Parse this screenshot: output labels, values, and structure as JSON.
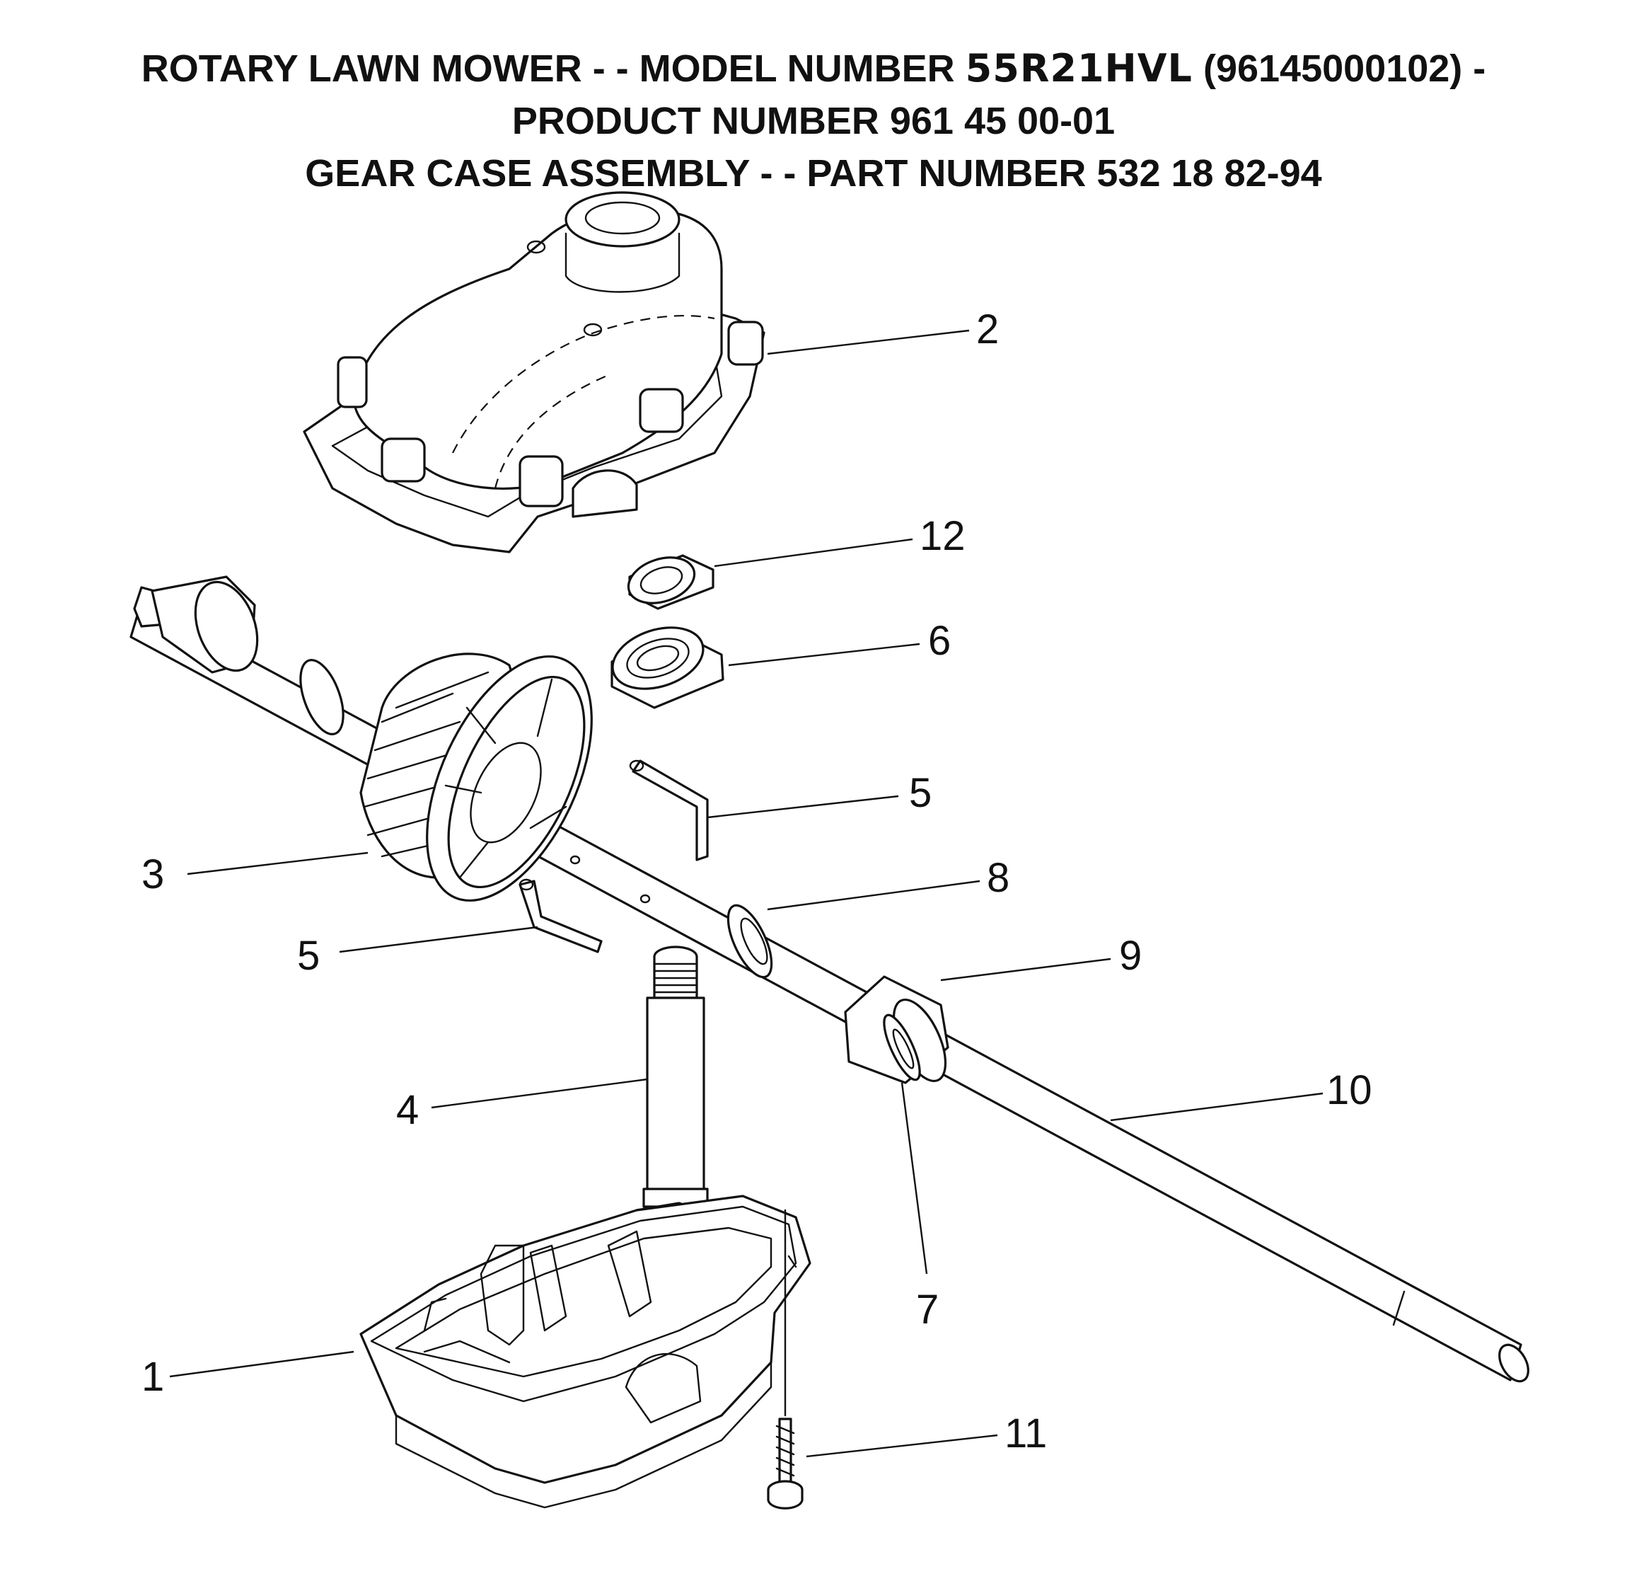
{
  "title": {
    "line1_prefix": "ROTARY LAWN MOWER - - MODEL NUMBER ",
    "line1_model": "55R21HVL",
    "line1_suffix": " (96145000102) -",
    "line2": "PRODUCT NUMBER 961 45 00-01",
    "line3": "GEAR CASE ASSEMBLY - - PART NUMBER 532 18 82-94"
  },
  "callouts": {
    "c1": "1",
    "c2": "2",
    "c3": "3",
    "c4": "4",
    "c5a": "5",
    "c5b": "5",
    "c6": "6",
    "c7": "7",
    "c8": "8",
    "c9": "9",
    "c10": "10",
    "c11": "11",
    "c12": "12"
  }
}
